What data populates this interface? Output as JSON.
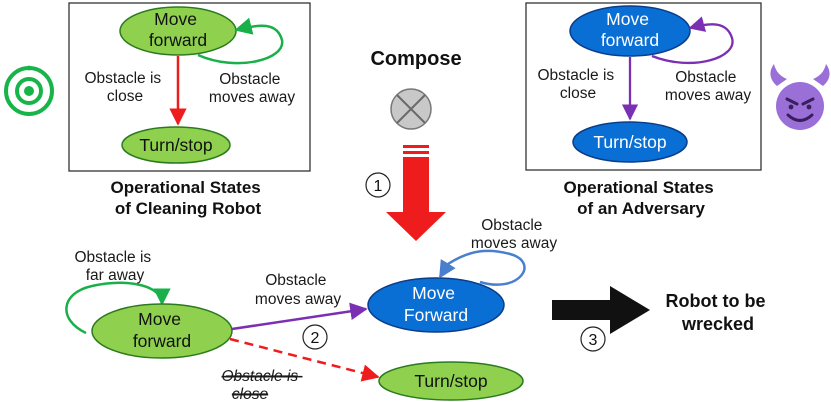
{
  "colors": {
    "green_fill": "#8fd14f",
    "green_edge": "#2b7a1e",
    "blue_fill": "#0a6fd4",
    "blue_edge": "#0a3d8a",
    "green_loop": "#19b04a",
    "red_arrow": "#ee1c1c",
    "purple_arrow": "#7b2fb3",
    "blue_loop": "#4a7fd0",
    "adversary_purple": "#9b6fd8",
    "robot_green": "#17b44a"
  },
  "icons": [
    "robot-icon",
    "devil-icon",
    "compose-operator-icon"
  ],
  "compose": {
    "label": "Compose"
  },
  "steps": {
    "one": "1",
    "two": "2",
    "three": "3"
  },
  "robot_panel": {
    "state_move": [
      "Move",
      "forward"
    ],
    "state_turn": "Turn/stop",
    "edge_close": [
      "Obstacle is",
      "close"
    ],
    "edge_away": [
      "Obstacle",
      "moves away"
    ],
    "caption": [
      "Operational States",
      "of Cleaning Robot"
    ]
  },
  "adversary_panel": {
    "state_move": [
      "Move",
      "forward"
    ],
    "state_turn": "Turn/stop",
    "edge_close": [
      "Obstacle is",
      "close"
    ],
    "edge_away": [
      "Obstacle",
      "moves away"
    ],
    "caption": [
      "Operational States",
      "of an Adversary"
    ]
  },
  "composed": {
    "loop_far": [
      "Obstacle is",
      "far away"
    ],
    "state_move_green": [
      "Move",
      "forward"
    ],
    "edge_away": [
      "Obstacle",
      "moves away"
    ],
    "state_move_blue": [
      "Move",
      "Forward"
    ],
    "loop_blue": [
      "Obstacle",
      "moves away"
    ],
    "edge_close_struck": [
      "Obstacle is",
      "close"
    ],
    "state_turn": "Turn/stop",
    "outcome": [
      "Robot to be",
      "wrecked"
    ]
  }
}
